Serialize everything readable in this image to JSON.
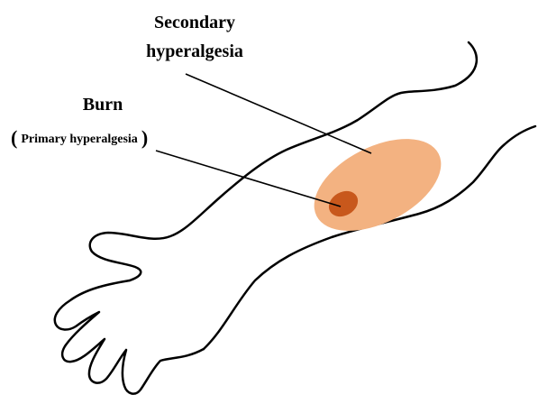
{
  "labels": {
    "secondary_line1": "Secondary",
    "secondary_line2": "hyperalgesia",
    "burn": "Burn",
    "primary_open_paren": "(",
    "primary_text": "Primary hyperalgesia",
    "primary_close_paren": ")"
  },
  "colors": {
    "secondary_zone": "#f3b281",
    "primary_zone": "#c8581c",
    "outline": "#000000",
    "leader_line": "#000000"
  }
}
